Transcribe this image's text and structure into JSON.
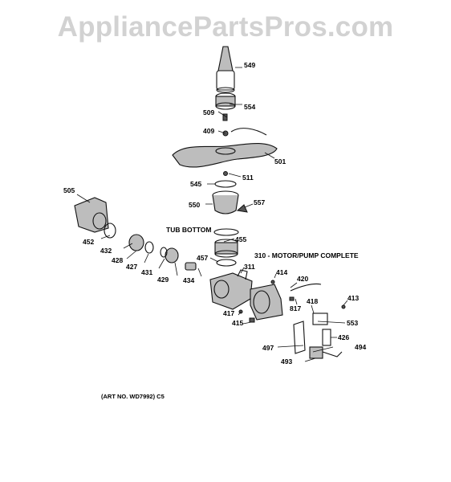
{
  "watermark": "AppliancePartsPros.com",
  "headers": {
    "tub_bottom": "TUB BOTTOM",
    "motor_pump": "310 - MOTOR/PUMP COMPLETE"
  },
  "art_number": "(ART NO. WD7992) C5",
  "labels": [
    "549",
    "554",
    "509",
    "409",
    "501",
    "511",
    "545",
    "550",
    "557",
    "505",
    "455",
    "452",
    "432",
    "428",
    "427",
    "431",
    "429",
    "457",
    "434",
    "311",
    "414",
    "420",
    "817",
    "418",
    "413",
    "417",
    "415",
    "553",
    "426",
    "494",
    "497",
    "493"
  ]
}
